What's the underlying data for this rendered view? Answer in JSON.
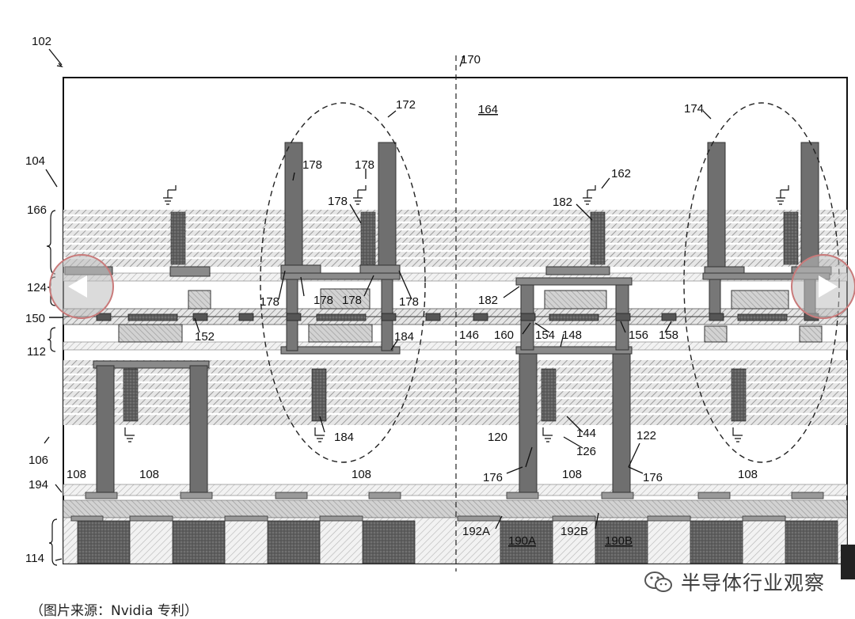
{
  "labels": {
    "l102": "102",
    "l104": "104",
    "l106": "106",
    "l170": "170",
    "l172": "172",
    "l174": "174",
    "l164": "164",
    "l162": "162",
    "l166": "166",
    "l124": "124",
    "l150": "150",
    "l112": "112",
    "l194": "194",
    "l114": "114",
    "l178a": "178",
    "l178b": "178",
    "l178c": "178",
    "l178d": "178",
    "l178e": "178",
    "l178f": "178",
    "l178g": "178",
    "l178h": "178",
    "l182a": "182",
    "l182b": "182",
    "l152": "152",
    "l184a": "184",
    "l184b": "184",
    "l146": "146",
    "l160": "160",
    "l154": "154",
    "l148": "148",
    "l156": "156",
    "l158": "158",
    "l144": "144",
    "l126": "126",
    "l120": "120",
    "l122": "122",
    "l176a": "176",
    "l176b": "176",
    "l108a": "108",
    "l108b": "108",
    "l108c": "108",
    "l108d": "108",
    "l108e": "108",
    "l192a": "192A",
    "l192b": "192B",
    "l190a": "190A",
    "l190b": "190B"
  },
  "caption": "（图片来源：Nvidia 专利）",
  "watermark": "半导体行业观察",
  "nav": {
    "prev": "previous-arrow-icon",
    "next": "next-arrow-icon"
  },
  "colors": {
    "via": "#707070",
    "line": "#111111",
    "nav_ring": "#c97a7a"
  }
}
